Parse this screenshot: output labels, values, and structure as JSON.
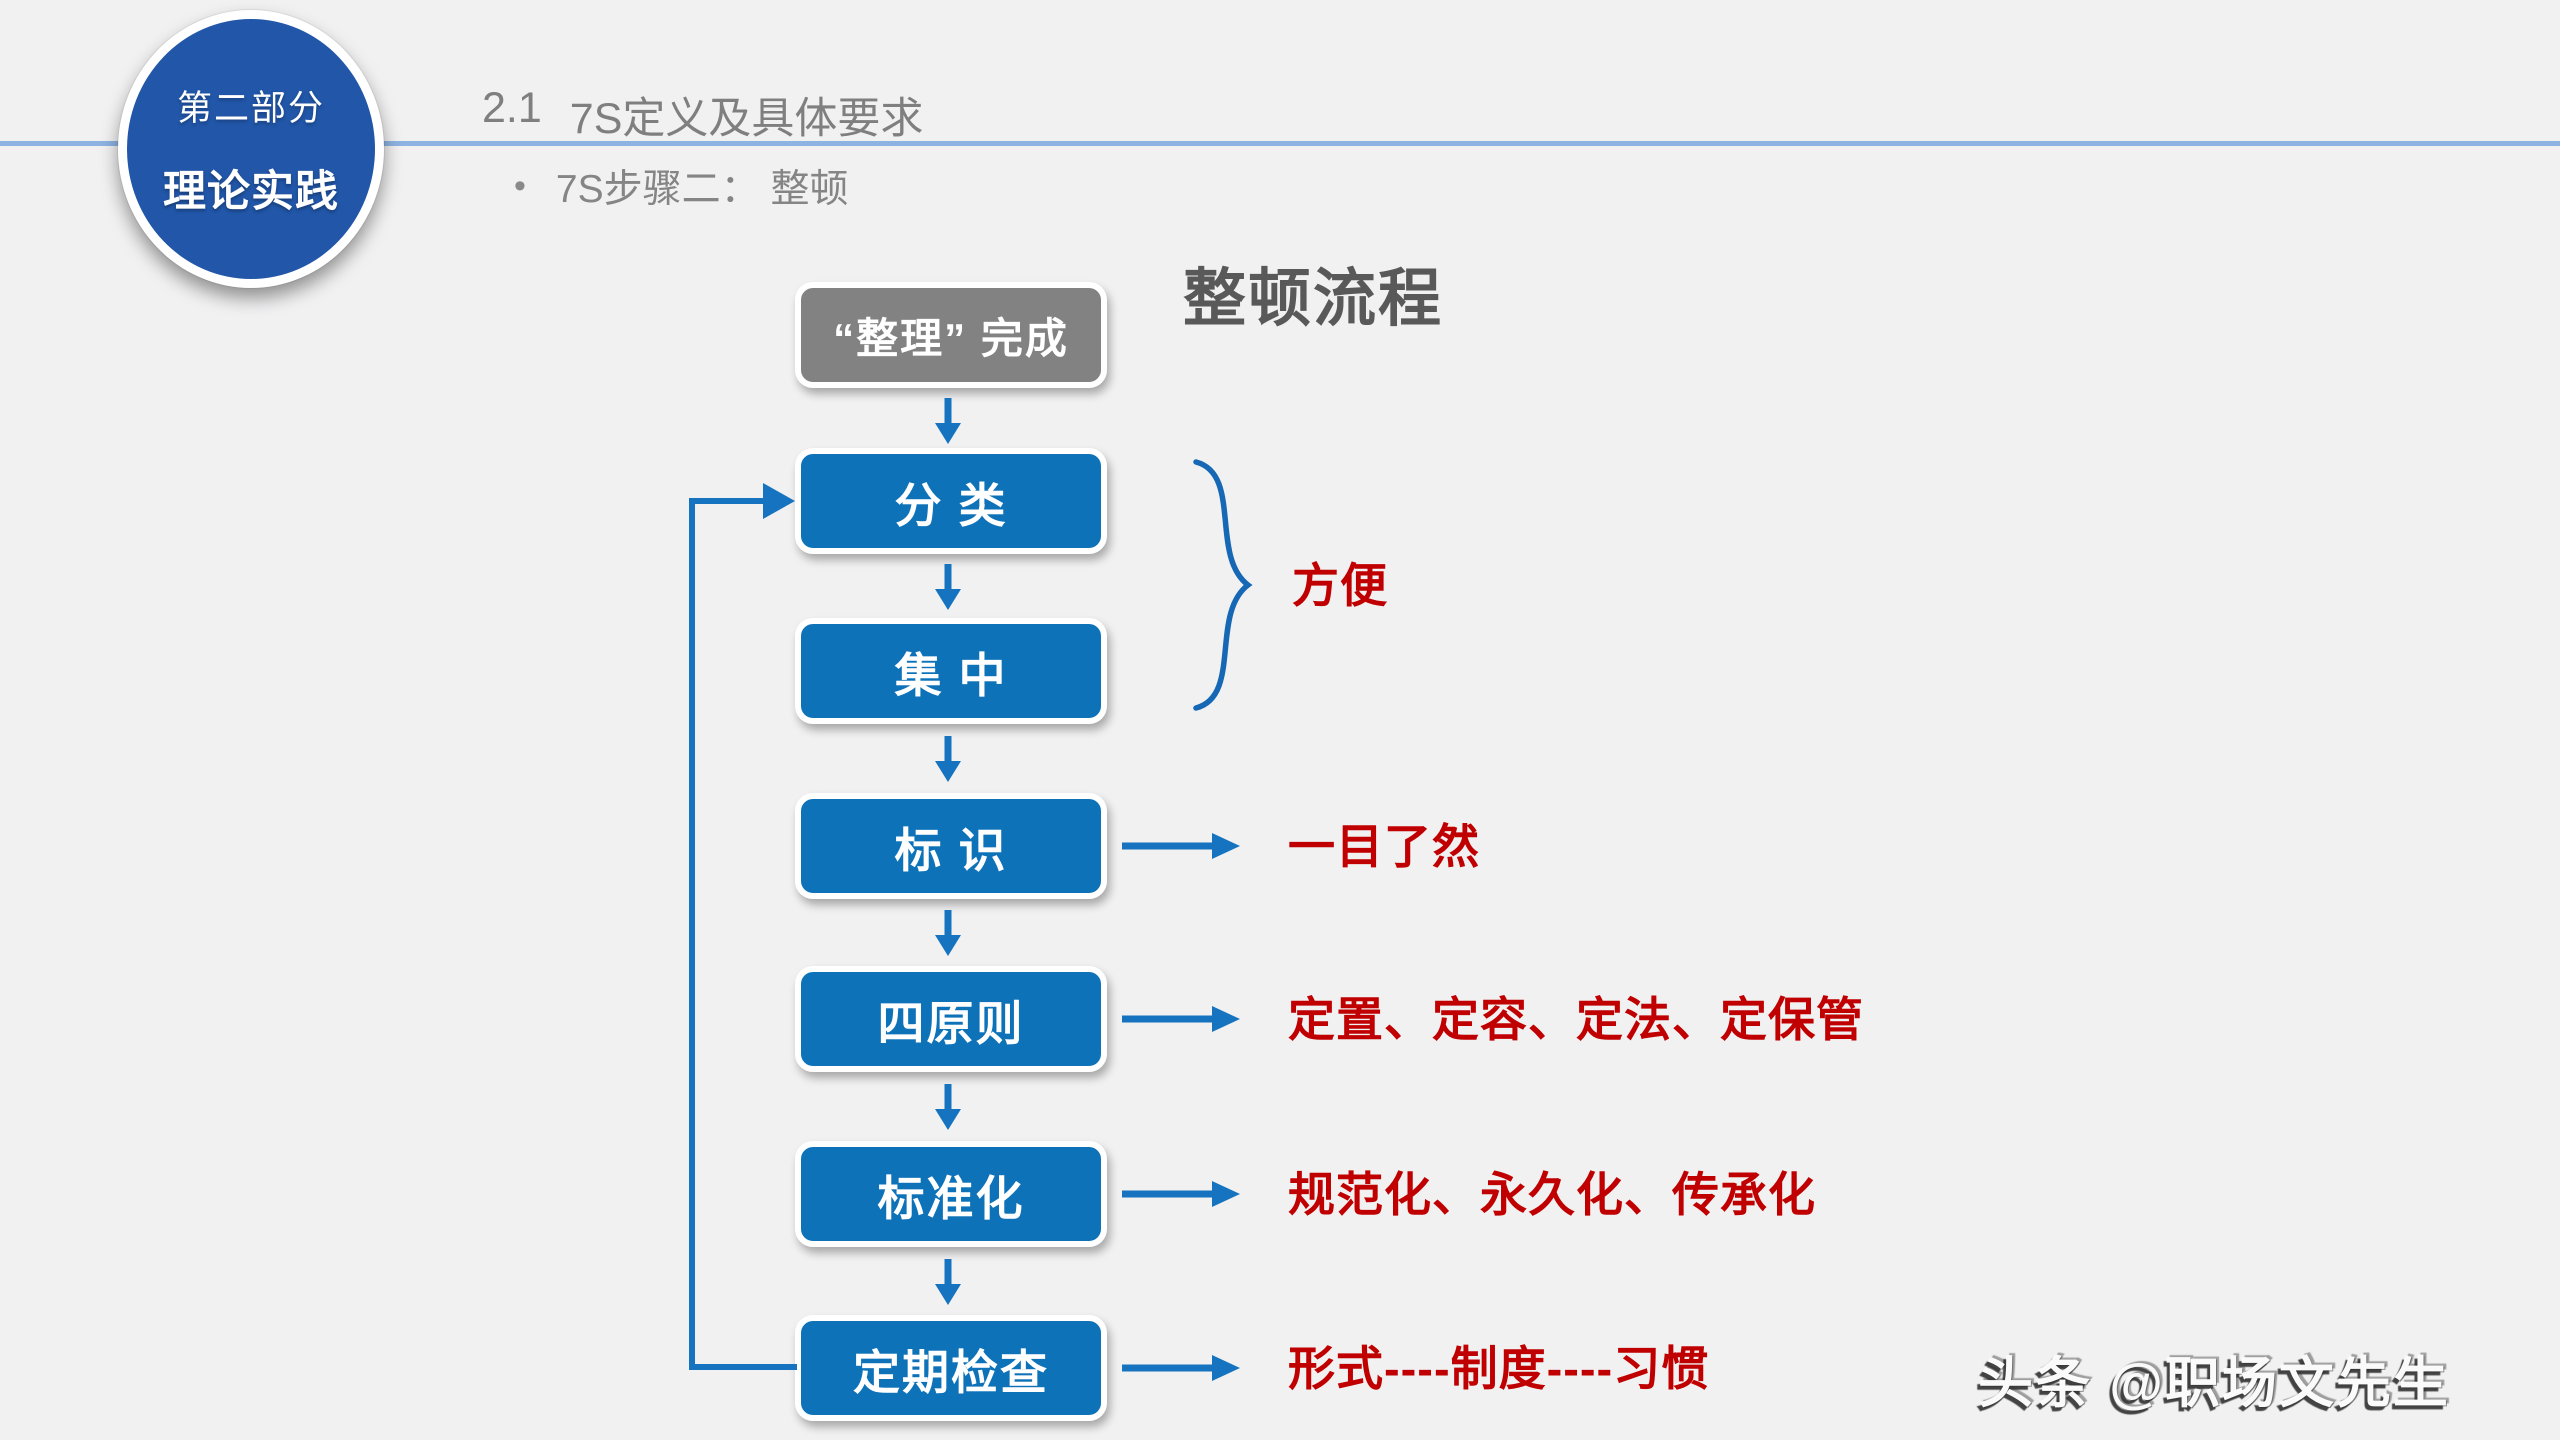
{
  "badge": {
    "line1": "第二部分",
    "line2": "理论实践"
  },
  "header": {
    "section_number": "2.1",
    "title": "7S定义及具体要求",
    "bullet_icon": "•",
    "bullet_text": "7S步骤二： 整顿"
  },
  "diagram": {
    "title": "整顿流程",
    "start_label": "“整理” 完成",
    "steps": [
      {
        "label": "分 类"
      },
      {
        "label": "集 中"
      },
      {
        "label": "标 识",
        "note": "一目了然"
      },
      {
        "label": "四原则",
        "note": "定置、定容、定法、定保管"
      },
      {
        "label": "标准化",
        "note": "规范化、永久化、传承化"
      },
      {
        "label": "定期检查",
        "note": "形式----制度----习惯"
      }
    ],
    "brace_note": "方便"
  },
  "watermark": "头条 @职场文先生",
  "colors": {
    "background": "#F1F1F2",
    "box_blue": "#0E72B9",
    "badge_blue": "#2156A8",
    "arrow_blue": "#1573BF",
    "brace_blue": "#1668B5",
    "divider_blue": "#8DB3E2",
    "note_red": "#C00000",
    "gray_box": "#828282",
    "title_gray": "#595959",
    "header_gray": "#7F7F7F"
  }
}
